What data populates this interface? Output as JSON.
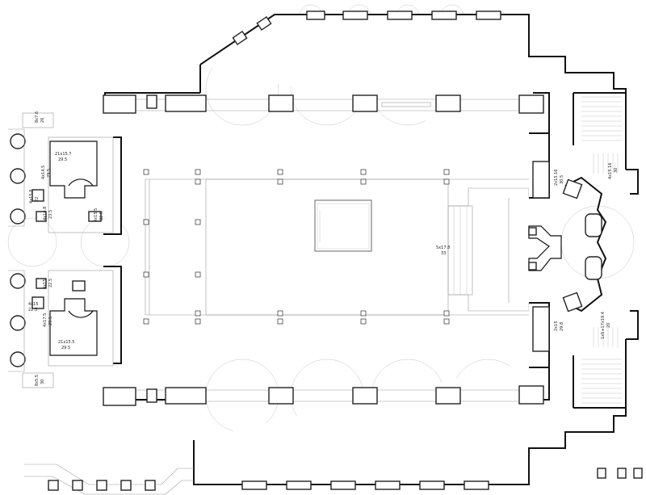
{
  "labels": {
    "tl_a": "8x7.6",
    "tl_a2": "26",
    "tl_b": "21x15.7",
    "tl_b2": "29.5",
    "tl_c": "4x14.5",
    "tl_c2": "29.5",
    "tl_d": "4x15.8",
    "tl_d2": "22",
    "tl_e": "4x14.8",
    "tl_e2": "23.5",
    "tl_f": "4x15.5",
    "tl_f2": "22.5",
    "bl_a": "4x15",
    "bl_a2": "22.5",
    "bl_b": "4x15",
    "bl_b2": "22.5",
    "bl_c": "4x17.5",
    "bl_c2": "29.5",
    "bl_d": "21x15.5",
    "bl_d2": "29.5",
    "bl_e": "8x5.5",
    "bl_e2": "30",
    "center": "5x17.8",
    "center2": "33",
    "r_top": "4x15.16",
    "r_top2": "30",
    "r_top_b": "2x15.16",
    "r_top_b2": "30.5",
    "r_bot": "1x5+17x19.4",
    "r_bot2": "20",
    "r_bot_b": "2x15",
    "r_bot_b2": "29.8"
  }
}
